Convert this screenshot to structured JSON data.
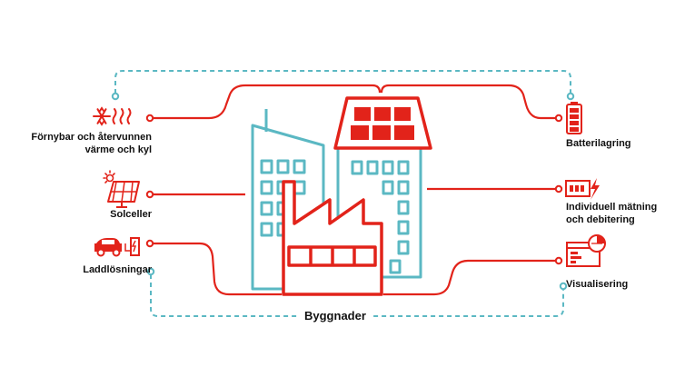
{
  "colors": {
    "red": "#e2231a",
    "teal": "#5bb8c3",
    "text": "#111111"
  },
  "center": {
    "label": "Byggnader",
    "icon": "buildings-with-factory-and-solar-roof-icon"
  },
  "left_items": [
    {
      "icon": "snowflake-heat-icon",
      "lines": [
        "Förnybar och återvunnen",
        "värme och kyl"
      ]
    },
    {
      "icon": "solar-panel-icon",
      "lines": [
        "Solceller"
      ]
    },
    {
      "icon": "ev-charging-icon",
      "lines": [
        "Laddlösningar"
      ]
    }
  ],
  "right_items": [
    {
      "icon": "battery-icon",
      "lines": [
        "Batterilagring"
      ]
    },
    {
      "icon": "smart-meter-icon",
      "lines": [
        "Individuell mätning",
        "och debitering"
      ]
    },
    {
      "icon": "dashboard-icon",
      "lines": [
        "Visualisering"
      ]
    }
  ]
}
